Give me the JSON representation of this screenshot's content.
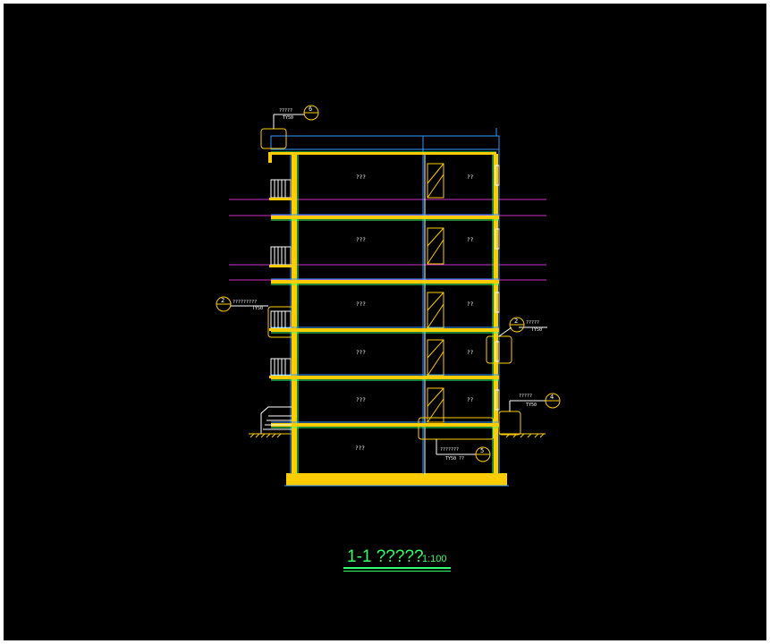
{
  "drawing": {
    "title": "1-1 ?????",
    "scale": "1:100",
    "rooms_left": [
      "???",
      "???",
      "???",
      "???",
      "???",
      "???"
    ],
    "rooms_right": [
      "??",
      "??",
      "??",
      "??",
      "??"
    ],
    "callouts": [
      {
        "id": "6",
        "text": "?????",
        "sub": "TY50"
      },
      {
        "id": "2",
        "text": "?????????",
        "sub": "TY50"
      },
      {
        "id": "2",
        "text": "?????",
        "sub": "TY50"
      },
      {
        "id": "4",
        "text": "?????",
        "sub": "TY50"
      },
      {
        "id": "5",
        "text": "???????",
        "sub": "TY50 ??"
      }
    ]
  },
  "colors": {
    "background": "#000000",
    "wall_fill": "#ffcc00",
    "slab": "#3399ff",
    "inner_line": "#33ff66",
    "callout": "#ffcc00",
    "section_line": "#cc33cc",
    "title": "#33ff66"
  }
}
